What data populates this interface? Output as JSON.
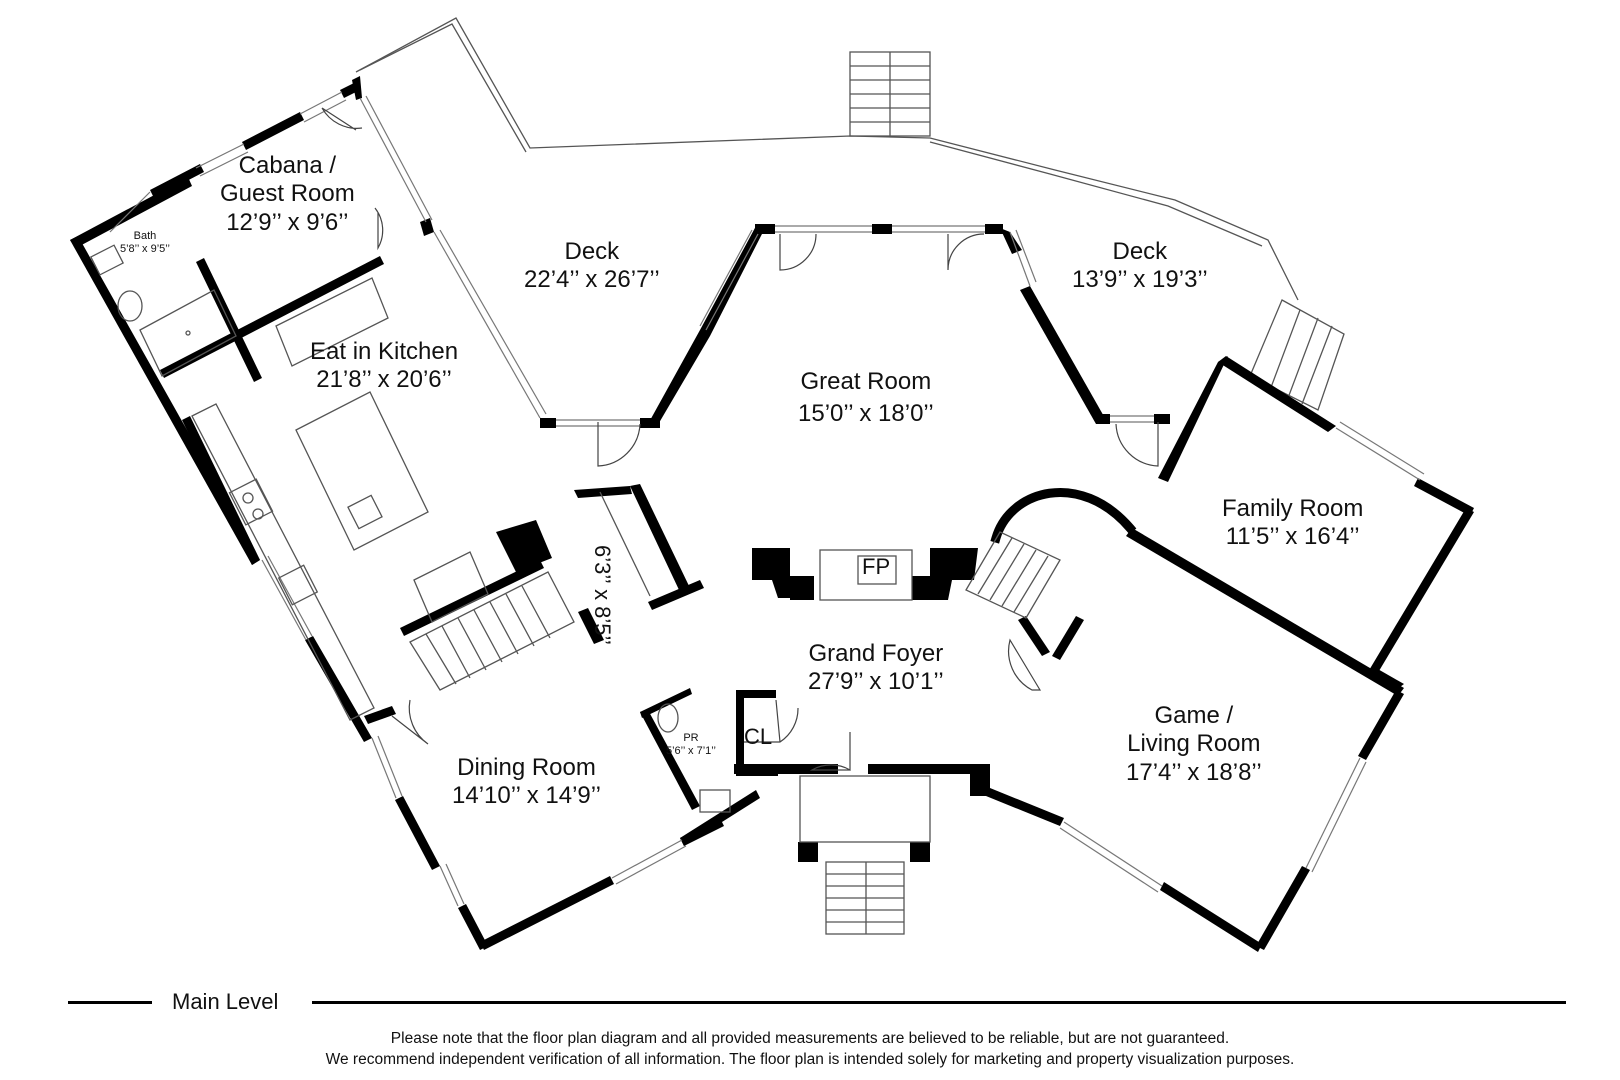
{
  "rooms": {
    "cabana": {
      "name": "Cabana /",
      "name2": "Guest Room",
      "dims": "12’9’’ x 9’6’’"
    },
    "bath": {
      "name": "Bath",
      "dims": "5’8’’ x 9’5’’"
    },
    "deck_left": {
      "name": "Deck",
      "dims": "22’4’’ x 26’7’’"
    },
    "deck_right": {
      "name": "Deck",
      "dims": "13’9’’ x 19’3’’"
    },
    "kitchen": {
      "name": "Eat in Kitchen",
      "dims": "21’8’’ x 20’6’’"
    },
    "great_room": {
      "name": "Great Room",
      "dims": "15’0’’ x 18’0’’"
    },
    "family_room": {
      "name": "Family Room",
      "dims": "11’5’’ x 16’4’’"
    },
    "fireplace": {
      "name": "FP"
    },
    "stair_dims": {
      "dims": "6’3’’ x 8’5’’"
    },
    "grand_foyer": {
      "name": "Grand Foyer",
      "dims": "27’9’’ x 10’1’’"
    },
    "game_room": {
      "name": "Game /",
      "name2": "Living Room",
      "dims": "17’4’’ x 18’8’’"
    },
    "closet": {
      "name": "CL"
    },
    "powder_room": {
      "name": "PR",
      "dims": "5’6’’ x 7’1’’"
    },
    "dining_room": {
      "name": "Dining Room",
      "dims": "14’10’’ x 14’9’’"
    }
  },
  "footer": {
    "level": "Main Level",
    "disclaimer_line1": "Please note that the floor plan diagram and all provided measurements are believed to be reliable, but are not guaranteed.",
    "disclaimer_line2": "We recommend independent verification of all information. The floor plan is intended solely for marketing and property visualization purposes."
  }
}
